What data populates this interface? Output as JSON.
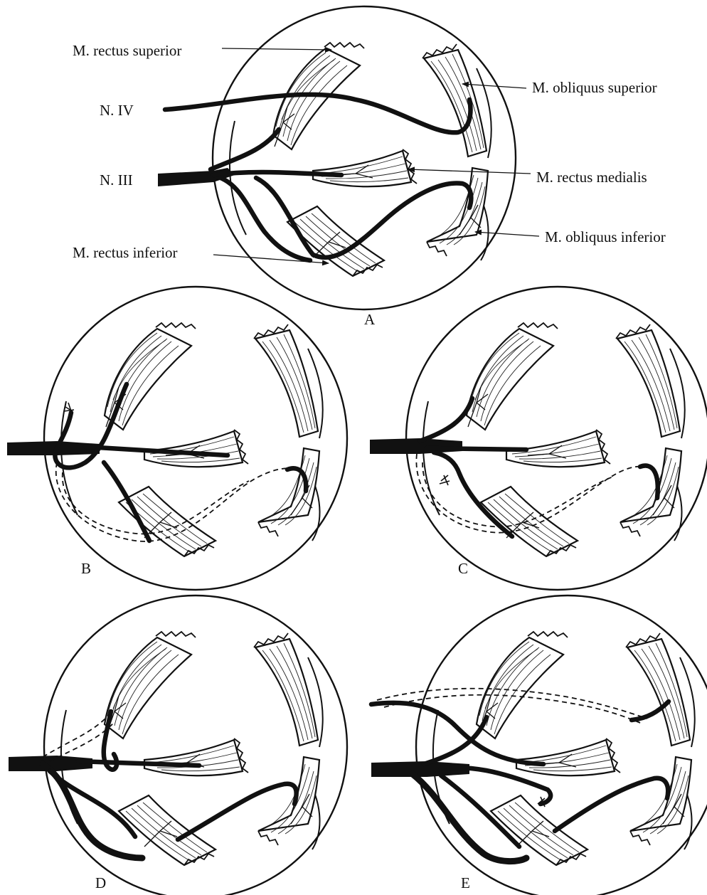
{
  "figure": {
    "panel_a": {
      "letter": "A",
      "labels": {
        "rectus_superior": "M. rectus superior",
        "obliquus_superior": "M. obliquus superior",
        "n_iv": "N. IV",
        "n_iii": "N. III",
        "rectus_medialis": "M. rectus medialis",
        "obliquus_inferior": "M. obliquus inferior",
        "rectus_inferior": "M. rectus inferior"
      }
    },
    "panel_b": {
      "letter": "B"
    },
    "panel_c": {
      "letter": "C"
    },
    "panel_d": {
      "letter": "D"
    },
    "panel_e": {
      "letter": "E"
    }
  }
}
